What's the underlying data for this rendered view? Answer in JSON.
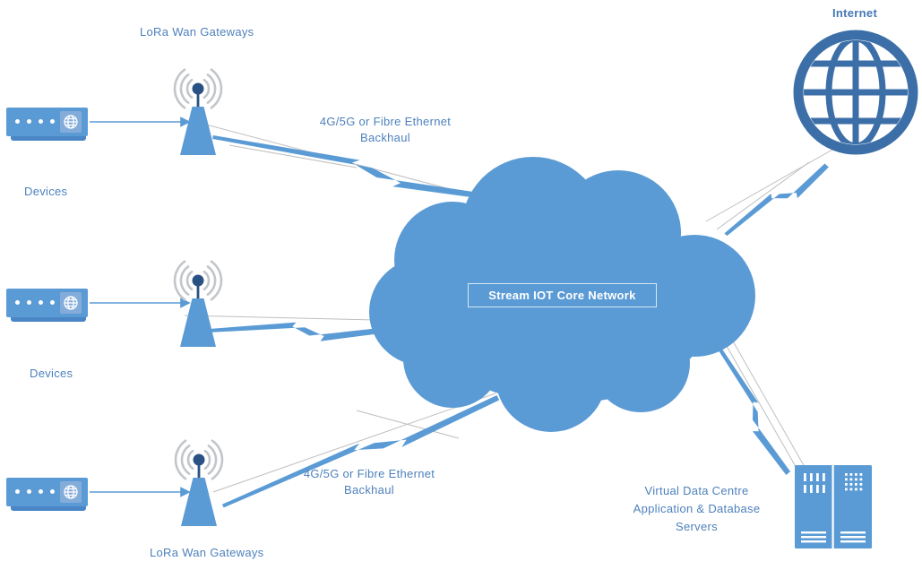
{
  "diagram_type": "network-architecture",
  "colors": {
    "primary_blue": "#5B9BD5",
    "device_shadow_blue": "#4A86C5",
    "dark_blue_antenna": "#2A5183",
    "globe_blue": "#3C6FA8",
    "label_text_blue": "#4E81BC",
    "wave_gray": "#C2C5CA",
    "connector_line_gray": "#BFBFBF",
    "cloud_label_text": "#FFFFFF"
  },
  "cloud": {
    "label": "Stream IOT Core Network"
  },
  "internet": {
    "label": "Internet"
  },
  "gateways": {
    "top_label": "LoRa Wan Gateways",
    "bottom_label": "LoRa Wan Gateways"
  },
  "devices": {
    "top_label": "Devices",
    "middle_label": "Devices"
  },
  "backhaul_top": {
    "line1": "4G/5G or Fibre Ethernet",
    "line2": "Backhaul"
  },
  "backhaul_bottom": {
    "line1": "4G/5G or Fibre Ethernet",
    "line2": "Backhaul"
  },
  "data_centre": {
    "line1": "Virtual Data Centre",
    "line2": "Application & Database",
    "line3": "Servers"
  },
  "icons": {
    "device": "router-device-icon",
    "gateway": "antenna-tower-icon",
    "cloud": "cloud-icon",
    "internet": "globe-icon",
    "servers": "server-rack-icon",
    "link": "lightning-bolt-icon",
    "arrow": "arrow-right-icon"
  }
}
